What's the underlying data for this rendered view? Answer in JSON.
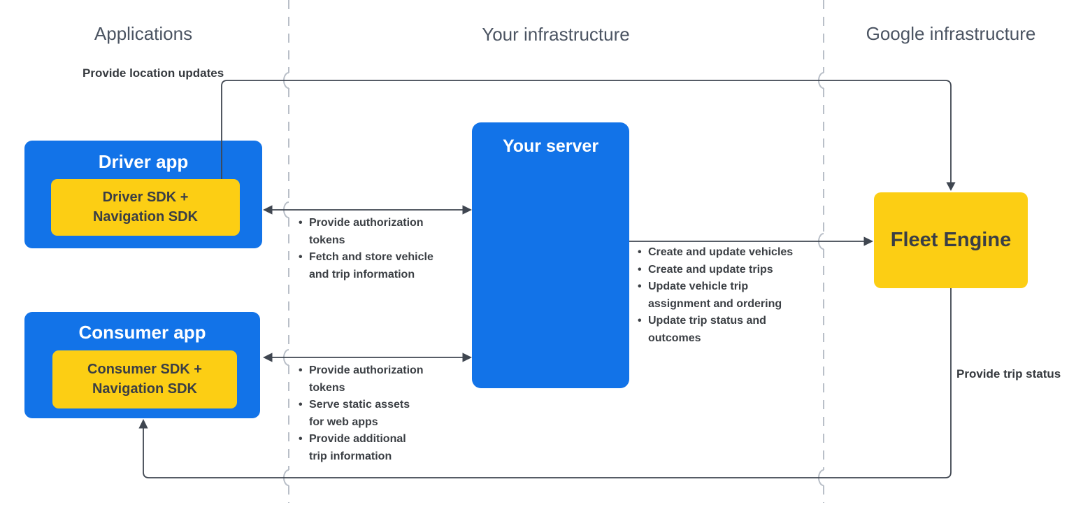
{
  "diagram": {
    "columns": [
      {
        "label": "Applications"
      },
      {
        "label": "Your infrastructure"
      },
      {
        "label": "Google infrastructure"
      }
    ],
    "nodes": {
      "driver_app": {
        "title": "Driver app",
        "sdk_line1": "Driver SDK +",
        "sdk_line2": "Navigation SDK"
      },
      "consumer_app": {
        "title": "Consumer app",
        "sdk_line1": "Consumer SDK +",
        "sdk_line2": "Navigation SDK"
      },
      "your_server": {
        "title": "Your server"
      },
      "fleet_engine": {
        "title": "Fleet Engine"
      }
    },
    "edge_labels": {
      "location_updates": "Provide location updates",
      "trip_status": "Provide trip status"
    },
    "flows": {
      "driver_server": [
        "Provide authorization\ntokens",
        "Fetch and store vehicle\nand trip information"
      ],
      "consumer_server": [
        "Provide authorization\ntokens",
        "Serve static assets\nfor web apps",
        "Provide additional\ntrip information"
      ],
      "server_fleet": [
        "Create and update vehicles",
        "Create and update trips",
        "Update vehicle trip\nassignment and ordering",
        "Update trip status and\noutcomes"
      ]
    },
    "colors": {
      "blue": "#1273e8",
      "yellow": "#fcce14",
      "line": "#3f4650",
      "divider": "#b9bfc8",
      "text_dark": "#3a3e45",
      "header_text": "#4b5462"
    }
  }
}
